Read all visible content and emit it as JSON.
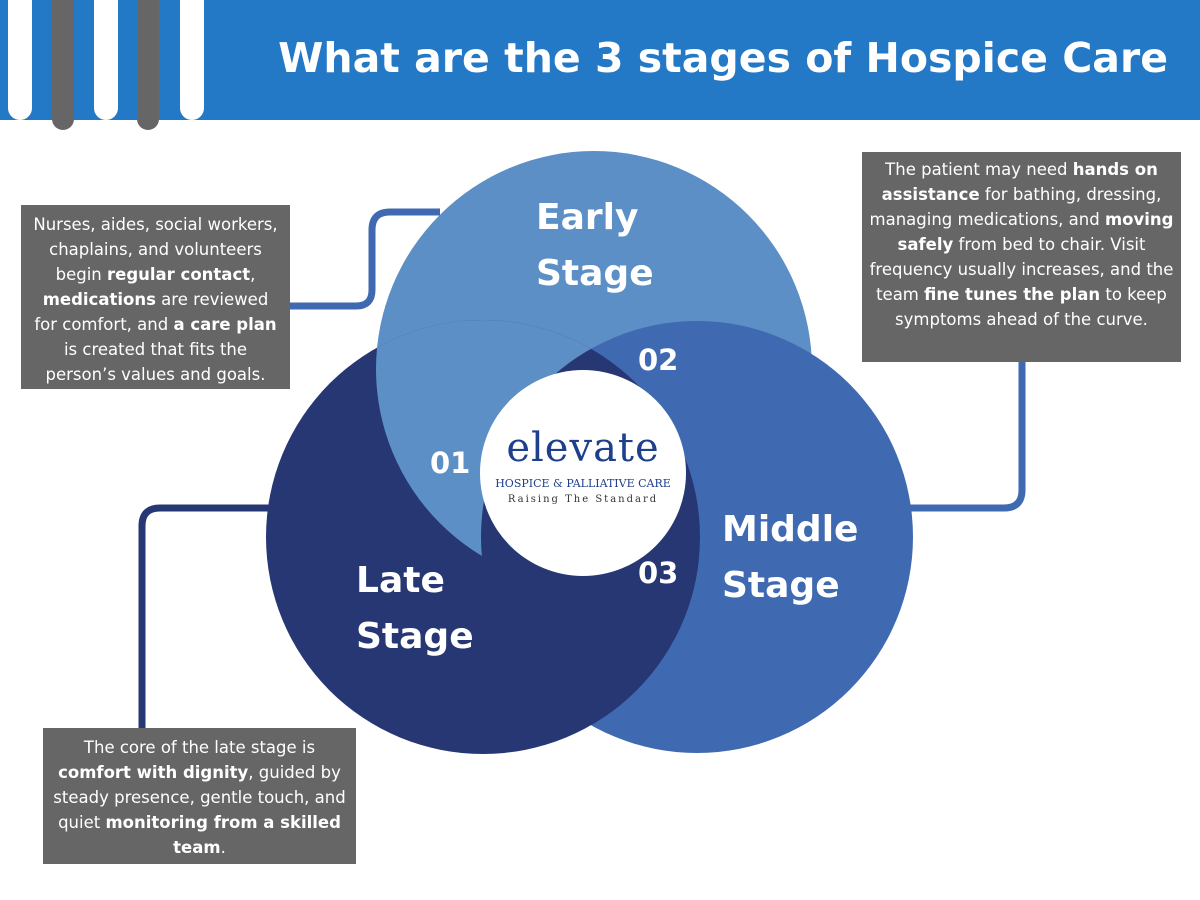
{
  "title": "What are the 3 stages of Hospice Care",
  "colors": {
    "header_blue": "#2479c6",
    "early_circle": "#5b8fc5",
    "middle_circle": "#3f6ab2",
    "late_circle": "#263773",
    "box_grey": "#676667",
    "connector": "#3f6ab2"
  },
  "stages": {
    "early": {
      "line1": "Early",
      "line2": "Stage",
      "number": "01"
    },
    "middle": {
      "line1": "Middle",
      "line2": "Stage",
      "number": "02"
    },
    "late": {
      "line1": "Late",
      "line2": "Stage",
      "number": "03"
    }
  },
  "logo": {
    "word": "elevate",
    "line1": "HOSPICE & PALLIATIVE CARE",
    "line2": "Raising The Standard"
  },
  "boxes": {
    "early": {
      "segments": [
        {
          "t": "Nurses, aides, social workers, chaplains, and volunteers begin ",
          "b": false
        },
        {
          "t": "regular contact",
          "b": true
        },
        {
          "t": ", ",
          "b": false
        },
        {
          "t": "medications",
          "b": true
        },
        {
          "t": " are reviewed for comfort, and ",
          "b": false
        },
        {
          "t": "a care plan",
          "b": true
        },
        {
          "t": " is created that fits the person’s values and goals.",
          "b": false
        }
      ]
    },
    "middle": {
      "segments": [
        {
          "t": "The patient may need ",
          "b": false
        },
        {
          "t": "hands on assistance",
          "b": true
        },
        {
          "t": " for bathing, dressing, managing medications, and ",
          "b": false
        },
        {
          "t": "moving safely",
          "b": true
        },
        {
          "t": " from bed to chair. Visit frequency usually increases, and the team ",
          "b": false
        },
        {
          "t": "fine tunes the plan",
          "b": true
        },
        {
          "t": " to keep symptoms ahead of the curve.",
          "b": false
        }
      ]
    },
    "late": {
      "segments": [
        {
          "t": "The core of the late stage is ",
          "b": false
        },
        {
          "t": "comfort with dignity",
          "b": true
        },
        {
          "t": ", guided by steady presence, gentle touch, and quiet ",
          "b": false
        },
        {
          "t": "monitoring from a skilled team",
          "b": true
        },
        {
          "t": ".",
          "b": false
        }
      ]
    }
  }
}
